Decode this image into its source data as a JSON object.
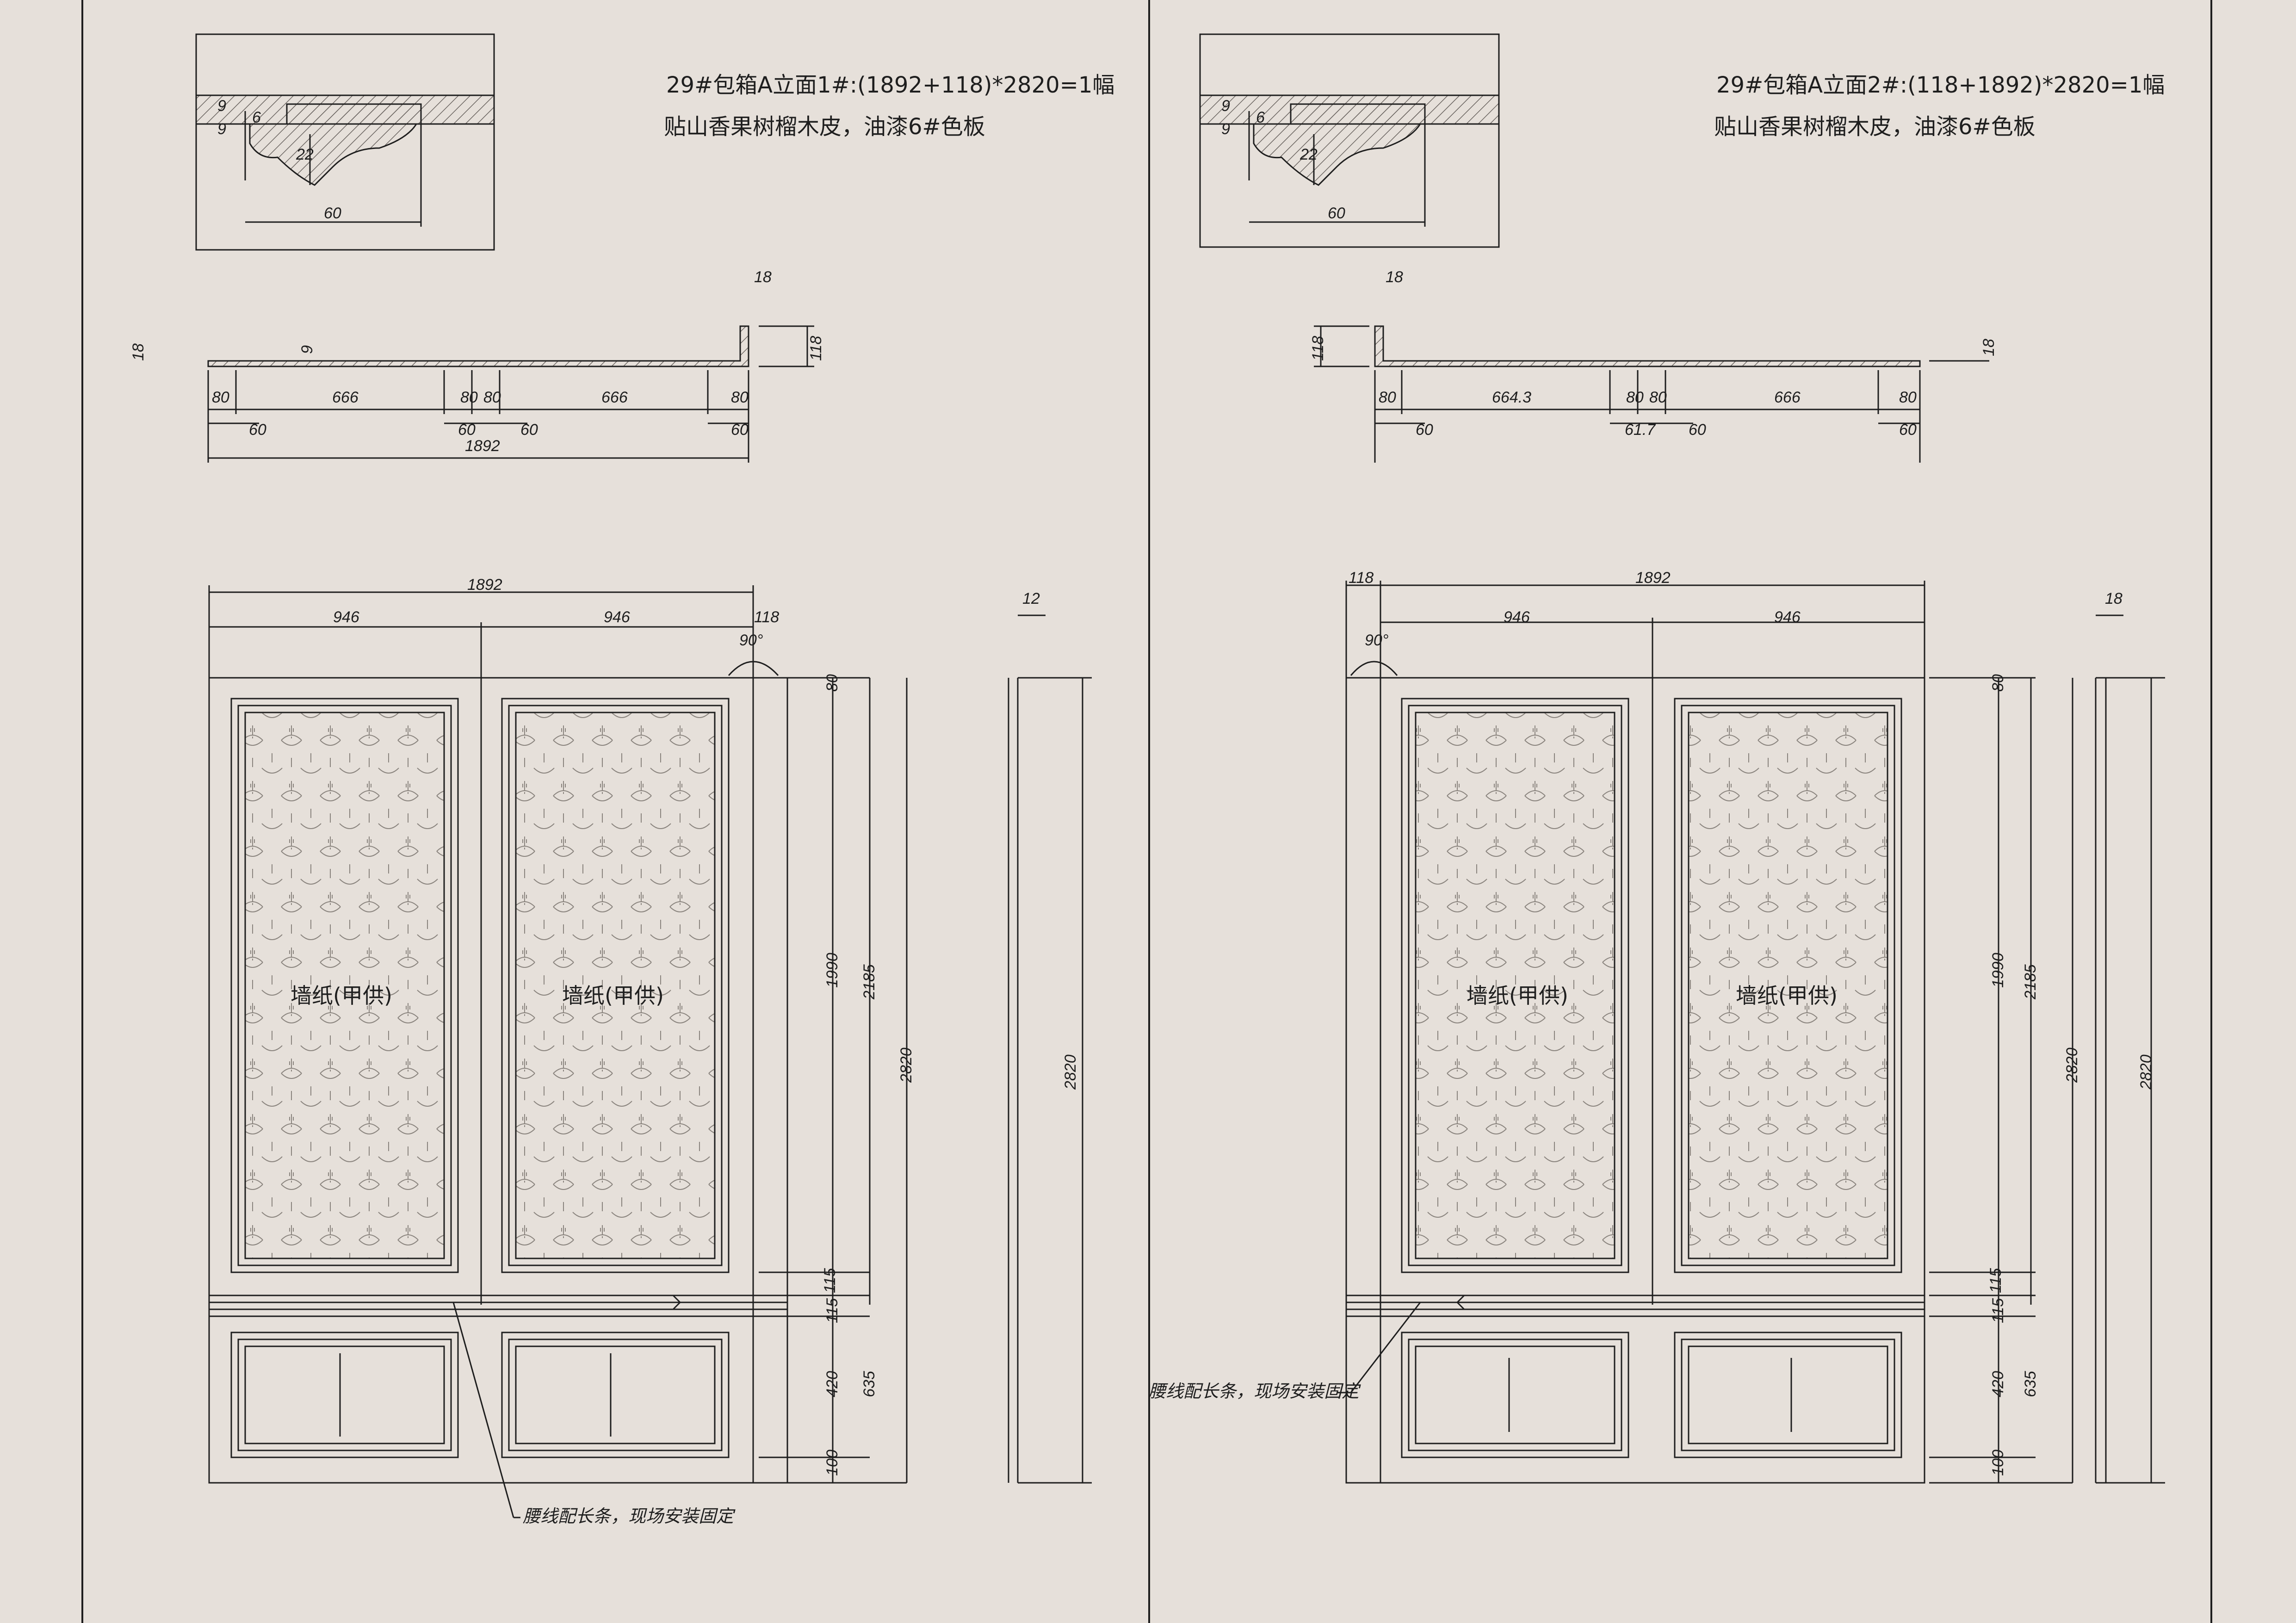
{
  "colors": {
    "paper": "#e6e0da",
    "ink": "#1e1e1e",
    "hatch": "#6a6460"
  },
  "left": {
    "title_line1": "29#包箱A立面1#:(1892+118)*2820=1幅",
    "title_line2": "贴山香果树榴木皮，油漆6#色板",
    "detail": {
      "d9a": "9",
      "d9b": "9",
      "d6": "6",
      "d22": "22",
      "d60": "60"
    },
    "plan": {
      "d18l": "18",
      "d9": "9",
      "d18r": "18",
      "d118": "118",
      "d80a": "80",
      "d666a": "666",
      "d80b": "80",
      "d80c": "80",
      "d666b": "666",
      "d80d": "80",
      "d60a": "60",
      "d60b": "60",
      "d60c": "60",
      "d60d": "60",
      "d1892": "1892"
    },
    "elev": {
      "w1892": "1892",
      "w946a": "946",
      "w946b": "946",
      "w118": "118",
      "ang": "90°",
      "h80": "80",
      "h1990": "1990",
      "h2185": "2185",
      "h2820": "2820",
      "h115a": "115",
      "h115b": "115",
      "h420": "420",
      "h635": "635",
      "h100": "100",
      "wp1": "墙纸(甲供)",
      "wp2": "墙纸(甲供)"
    },
    "side": {
      "t12": "12",
      "h2820": "2820"
    },
    "note": "腰线配长条，现场安装固定"
  },
  "right": {
    "title_line1": "29#包箱A立面2#:(118+1892)*2820=1幅",
    "title_line2": "贴山香果树榴木皮，油漆6#色板",
    "detail": {
      "d9a": "9",
      "d9b": "9",
      "d6": "6",
      "d22": "22",
      "d60": "60"
    },
    "plan": {
      "d18l": "18",
      "d118": "118",
      "d18r": "18",
      "d80a": "80",
      "d6643": "664.3",
      "d80b": "80",
      "d80c": "80",
      "d666": "666",
      "d80d": "80",
      "d60a": "60",
      "d617": "61.7",
      "d60c": "60",
      "d60d": "60"
    },
    "elev": {
      "w118": "118",
      "w1892": "1892",
      "w946a": "946",
      "w946b": "946",
      "ang": "90°",
      "h80": "80",
      "h1990": "1990",
      "h2185": "2185",
      "h2820": "2820",
      "h115a": "115",
      "h115b": "115",
      "h420": "420",
      "h635": "635",
      "h100": "100",
      "wp1": "墙纸(甲供)",
      "wp2": "墙纸(甲供)"
    },
    "side": {
      "t18": "18",
      "h2820": "2820"
    },
    "note": "腰线配长条，现场安装固定"
  }
}
